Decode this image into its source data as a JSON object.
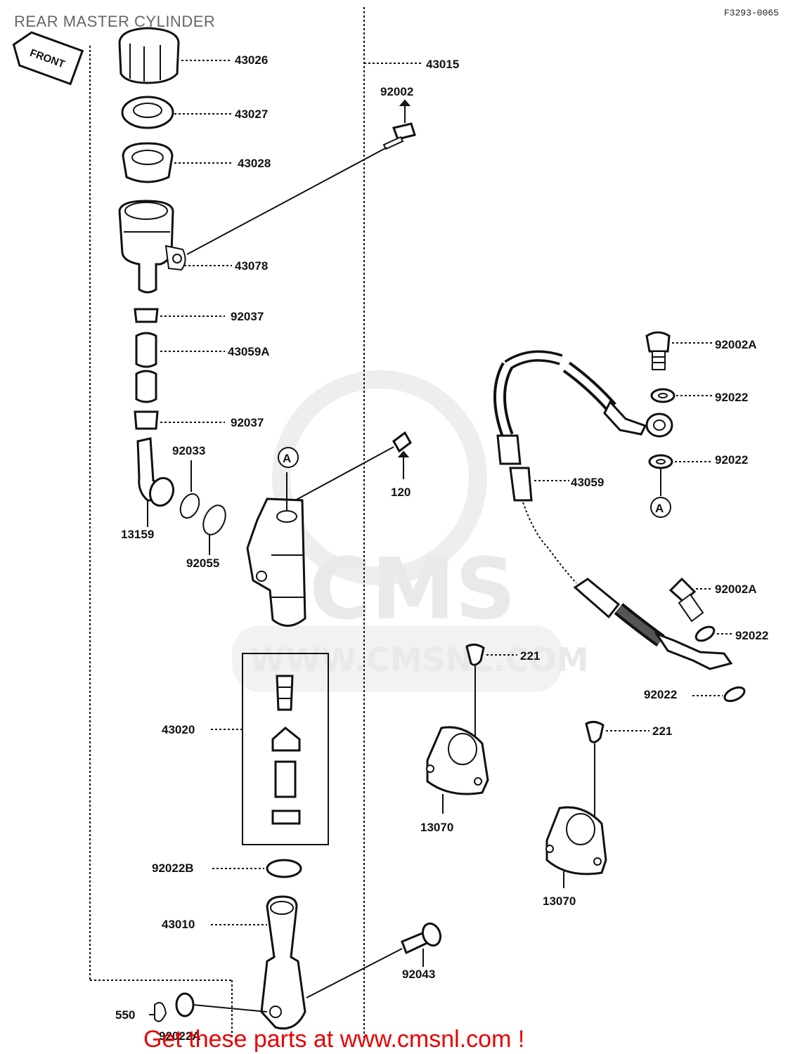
{
  "title": "REAR MASTER CYLINDER",
  "diagram_code": "F3293-0065",
  "front_arrow_label": "FRONT",
  "watermark": {
    "logo": "CMS",
    "url": "WWW.CMSNL.COM"
  },
  "ad_text": "Get these parts at www.cmsnl.com !",
  "callout_A": "A",
  "part_labels": {
    "p43026": "43026",
    "p43015": "43015",
    "p92002": "92002",
    "p43027": "43027",
    "p43028": "43028",
    "p43078": "43078",
    "p92037a": "92037",
    "p43059A": "43059A",
    "p92037b": "92037",
    "p92033": "92033",
    "p120": "120",
    "p13159": "13159",
    "p92055": "92055",
    "p92002Aa": "92002A",
    "p92022a": "92022",
    "p92022b": "92022",
    "p43059": "43059",
    "p92002Ab": "92002A",
    "p92022c": "92022",
    "p221a": "221",
    "p92022d": "92022",
    "p221b": "221",
    "p43020": "43020",
    "p13070a": "13070",
    "p13070b": "13070",
    "p92022B": "92022B",
    "p43010": "43010",
    "p92043": "92043",
    "p550": "550",
    "p92022A": "92022A"
  }
}
